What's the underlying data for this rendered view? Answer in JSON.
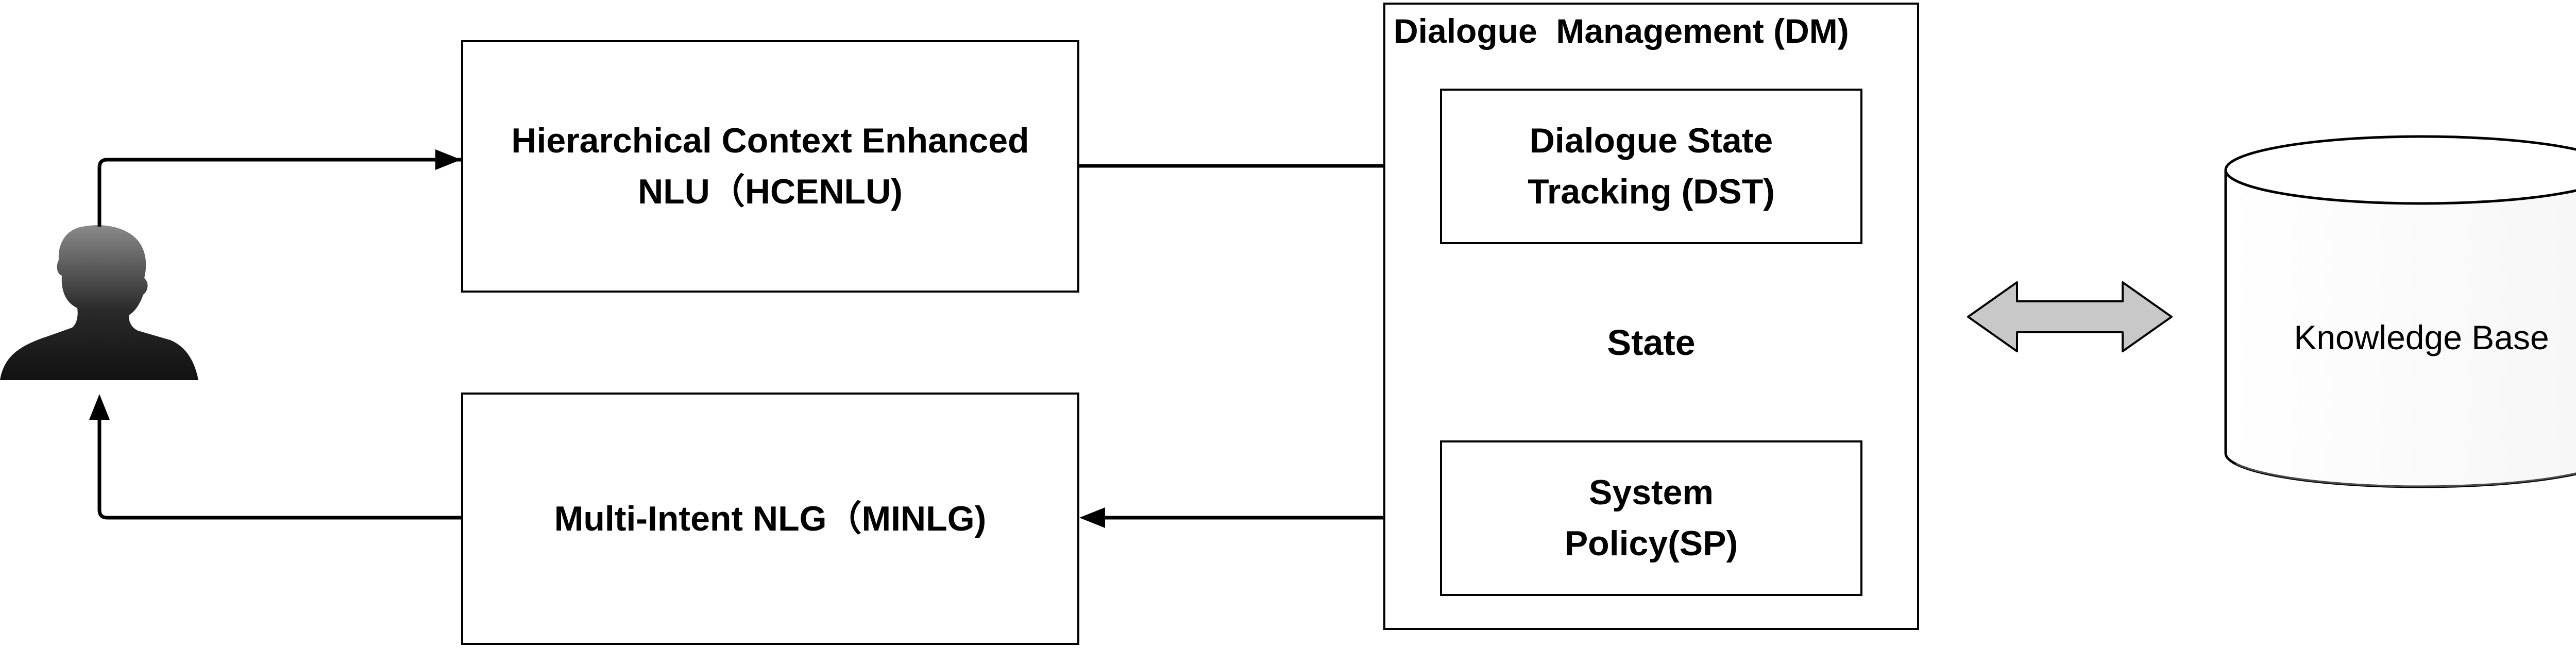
{
  "diagram": {
    "hcenlu": {
      "label": "Hierarchical Context Enhanced\nNLU（HCENLU)"
    },
    "minlg": {
      "label": "Multi-Intent NLG（MINLG)"
    },
    "dm": {
      "title": "Dialogue  Management (DM)"
    },
    "dst": {
      "label": "Dialogue State\nTracking (DST)"
    },
    "state": {
      "label": "State"
    },
    "sp": {
      "label": "System\nPolicy(SP)"
    },
    "kb": {
      "label": "Knowledge Base"
    }
  },
  "icons": {
    "user": "user-silhouette-icon"
  },
  "colors": {
    "stroke": "#000000",
    "hollow_arrow_fill": "#d0d0d0",
    "double_arrow_fill": "#c8c8c8",
    "user_dark": "#1a1a1a",
    "user_light": "#8a8a8a"
  }
}
